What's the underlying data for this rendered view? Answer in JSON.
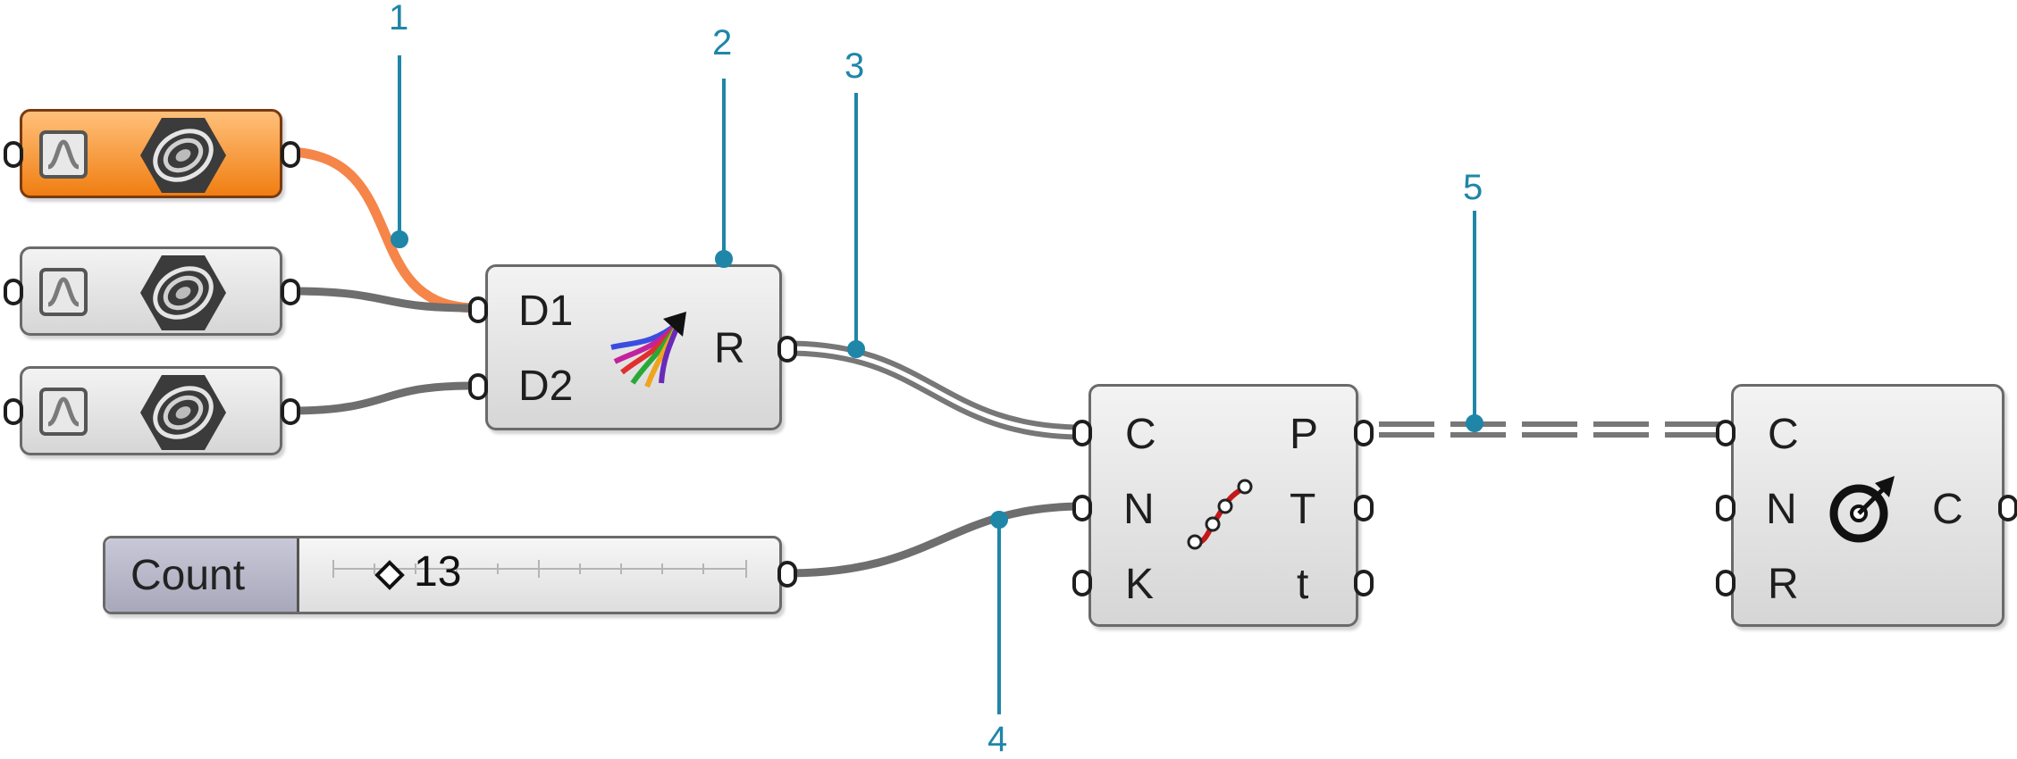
{
  "graph_sources": [
    {
      "state": "selected",
      "graph_icon": "graph-mapper-icon",
      "param_icon": "hexagon-spiral-icon"
    },
    {
      "state": "normal",
      "graph_icon": "graph-mapper-icon",
      "param_icon": "hexagon-spiral-icon"
    },
    {
      "state": "normal",
      "graph_icon": "graph-mapper-icon",
      "param_icon": "hexagon-spiral-icon"
    }
  ],
  "weave": {
    "inputs": [
      "D1",
      "D2"
    ],
    "output": "R",
    "icon": "weave-arrows-icon"
  },
  "slider": {
    "label": "Count",
    "value": "13",
    "marker_icon": "diamond-icon"
  },
  "divide": {
    "inputs": [
      "C",
      "N",
      "K"
    ],
    "outputs": [
      "P",
      "T",
      "t"
    ],
    "icon": "divide-curve-icon"
  },
  "circle": {
    "inputs": [
      "C",
      "N",
      "R"
    ],
    "output": "C",
    "icon": "circle-cnr-icon"
  },
  "callouts": [
    "1",
    "2",
    "3",
    "4",
    "5"
  ],
  "colors": {
    "selected_wire": "#f58549",
    "wire": "#6e6e6e",
    "callout": "#1f86a8",
    "selected_fill": "#f6982f"
  }
}
